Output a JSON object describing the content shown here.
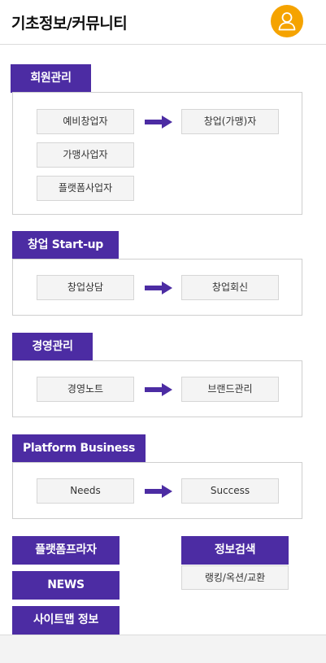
{
  "header": {
    "title": "기초정보/커뮤니티",
    "profile_icon": "user-icon",
    "accent": "#f5a300"
  },
  "theme": {
    "primary": "#4c2ca3"
  },
  "sections": [
    {
      "title": "회원관리",
      "left_items": [
        "예비창업자",
        "가맹사업자",
        "플랫폼사업자"
      ],
      "right_item": "창업(가맹)자"
    },
    {
      "title": "창업 Start-up",
      "left_item": "창업상담",
      "right_item": "창업회신"
    },
    {
      "title": "경영관리",
      "left_item": "경영노트",
      "right_item": "브랜드관리"
    },
    {
      "title": "Platform Business",
      "left_item": "Needs",
      "right_item": "Success"
    }
  ],
  "bottom_links": [
    "플랫폼프라자",
    "NEWS",
    "사이트맵 정보"
  ],
  "info_search": {
    "title": "정보검색",
    "sub": "랭킹/옥션/교환"
  }
}
